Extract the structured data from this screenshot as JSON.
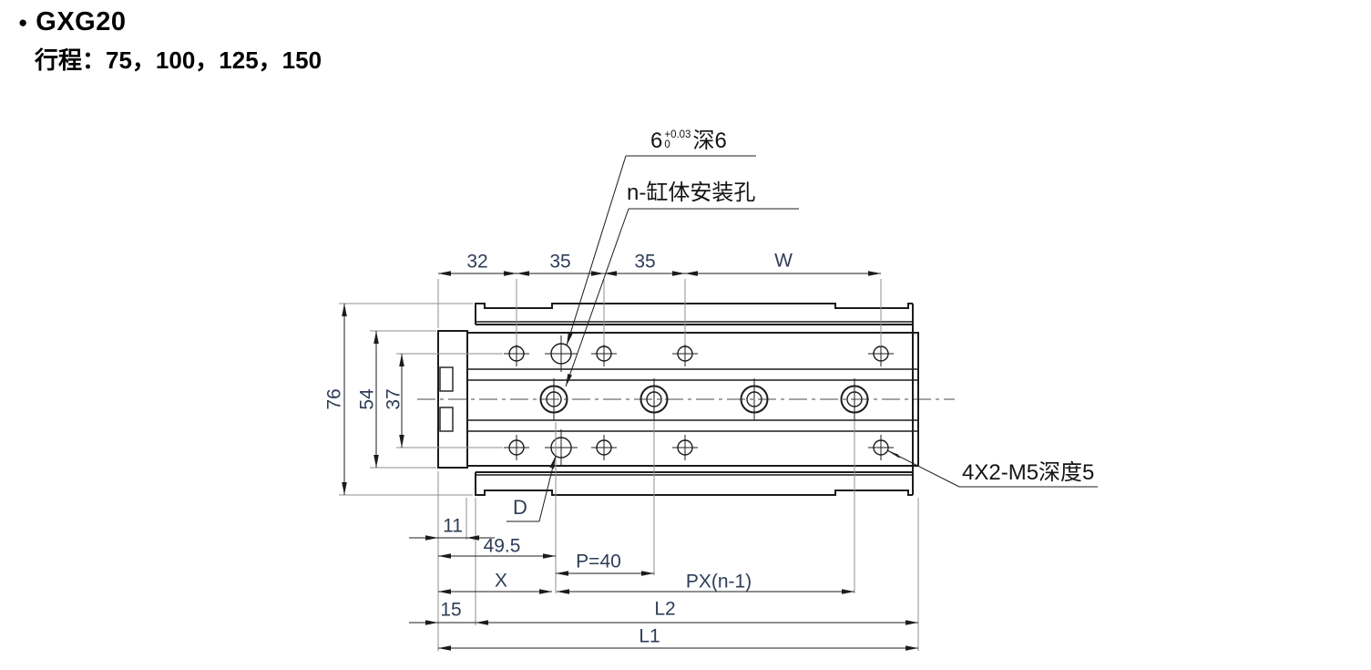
{
  "header": {
    "bullet": "●",
    "model": "GXG20",
    "stroke_line": "行程：75，100，125，150"
  },
  "annotations": {
    "pin_hole": {
      "nominal": "6",
      "tol_upper": "+0.03",
      "tol_lower": "0",
      "depth_note": "深6"
    },
    "body_mount_holes": "n-缸体安装孔",
    "thread_note": "4X2-M5深度5",
    "hole_diameter_label": "D"
  },
  "dimensions": {
    "top": {
      "d32": "32",
      "d35a": "35",
      "d35b": "35",
      "w": "W"
    },
    "left": {
      "d76": "76",
      "d54": "54",
      "d37": "37"
    },
    "bottom": {
      "d11": "11",
      "d49_5": "49.5",
      "p": "P=40",
      "x": "X",
      "px": "PX(n-1)",
      "d15": "15",
      "l2": "L2",
      "l1": "L1"
    }
  },
  "colors": {
    "line": "#1c1c1c",
    "dim": "#2e3d56",
    "ext": "#8f8f8f",
    "bg": "#ffffff"
  }
}
